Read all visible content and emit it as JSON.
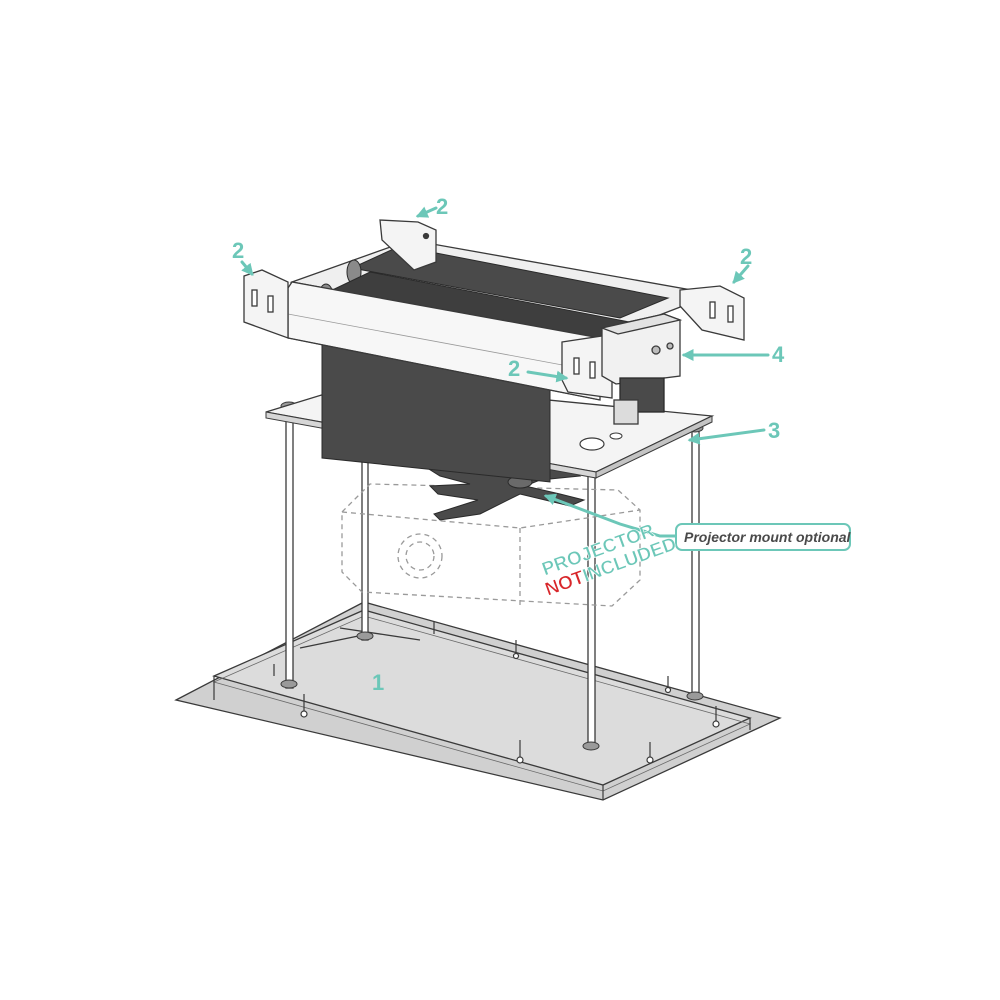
{
  "colors": {
    "accent": "#6cc7b8",
    "line": "#3a3a3a",
    "panel_fill": "#d9d9d9",
    "roller_fill": "#4a4a4a",
    "stamp_red": "#d8262a"
  },
  "callouts": {
    "frame": "1",
    "bracket_top": "2",
    "bracket_left": "2",
    "bracket_right": "2",
    "bracket_mid": "2",
    "plate": "3",
    "motor": "4"
  },
  "mount_label": "Projector mount optional",
  "stamp": {
    "line1": "PROJECTOR",
    "line2_red": "NOT",
    "line2_rest": "INCLUDED"
  }
}
